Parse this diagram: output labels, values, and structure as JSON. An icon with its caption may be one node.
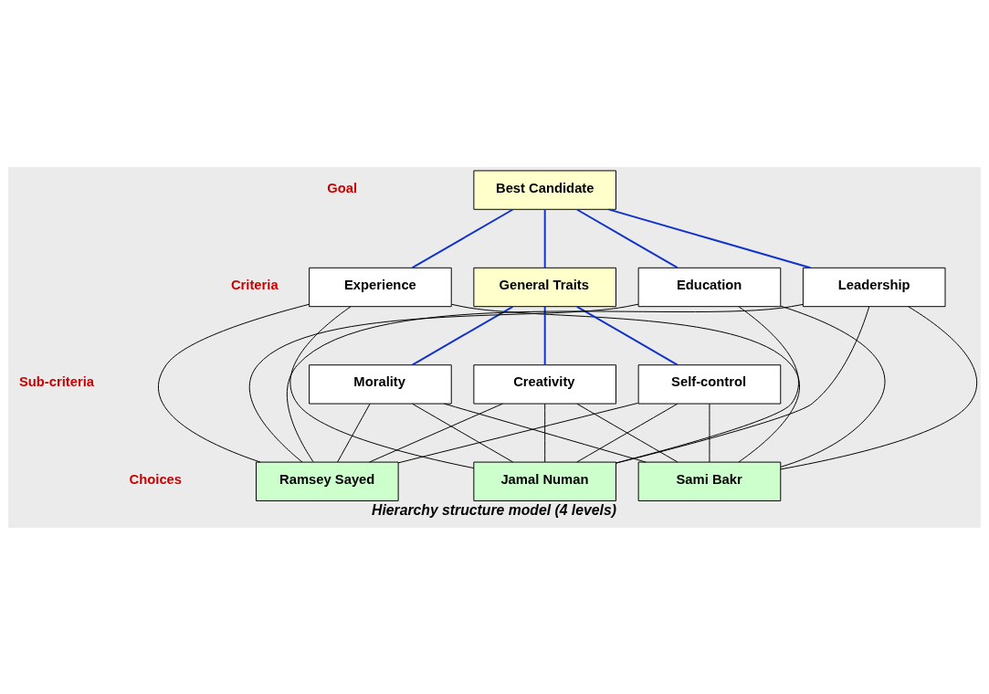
{
  "diagram": {
    "caption": "Hierarchy structure model (4 levels)",
    "nodes": [
      {
        "text": [
          "Best Candidate"
        ]
      },
      {
        "text": [
          "Experience"
        ]
      },
      {
        "text": [
          "General Traits"
        ]
      },
      {
        "text": [
          "Education"
        ]
      },
      {
        "text": [
          "Leadership"
        ]
      },
      {
        "text": [
          "Morality"
        ]
      },
      {
        "text": [
          "Creativity"
        ]
      },
      {
        "text": [
          "Self-control"
        ]
      },
      {
        "text": [
          "Ramsey Sayed"
        ]
      },
      {
        "text": [
          "Jamal Numan"
        ]
      },
      {
        "text": [
          "Sami Bakr"
        ]
      }
    ],
    "edges": [
      {
        "from": 0,
        "to": 1,
        "arrow": "none",
        "color": "#1133cc"
      },
      {
        "from": 0,
        "to": 2,
        "arrow": "none",
        "color": "#1133cc"
      },
      {
        "from": 0,
        "to": 3,
        "arrow": "none",
        "color": "#1133cc"
      },
      {
        "from": 0,
        "to": 4,
        "arrow": "none",
        "color": "#1133cc"
      },
      {
        "from": 2,
        "to": 5,
        "arrow": "none",
        "color": "#1133cc"
      },
      {
        "from": 2,
        "to": 6,
        "arrow": "none",
        "color": "#1133cc"
      },
      {
        "from": 2,
        "to": 7,
        "arrow": "none",
        "color": "#1133cc"
      },
      {
        "from": 1,
        "to": 8,
        "arrow": "none"
      },
      {
        "from": 1,
        "to": 9,
        "arrow": "none"
      },
      {
        "from": 1,
        "to": 10,
        "arrow": "none"
      },
      {
        "from": 3,
        "to": 8,
        "arrow": "none"
      },
      {
        "from": 3,
        "to": 9,
        "arrow": "none"
      },
      {
        "from": 3,
        "to": 10,
        "arrow": "none"
      },
      {
        "from": 4,
        "to": 8,
        "arrow": "none"
      },
      {
        "from": 4,
        "to": 9,
        "arrow": "none"
      },
      {
        "from": 4,
        "to": 10,
        "arrow": "none"
      },
      {
        "from": 5,
        "to": 8,
        "arrow": "none"
      },
      {
        "from": 5,
        "to": 9,
        "arrow": "none"
      },
      {
        "from": 5,
        "to": 10,
        "arrow": "none"
      },
      {
        "from": 6,
        "to": 8,
        "arrow": "none"
      },
      {
        "from": 6,
        "to": 9,
        "arrow": "none"
      },
      {
        "from": 6,
        "to": 10,
        "arrow": "none"
      },
      {
        "from": 7,
        "to": 8,
        "arrow": "none"
      },
      {
        "from": 7,
        "to": 9,
        "arrow": "none"
      },
      {
        "from": 7,
        "to": 10,
        "arrow": "none"
      }
    ],
    "labels": [
      "Goal",
      "Criteria",
      "Sub-criteria",
      "Choices"
    ]
  }
}
